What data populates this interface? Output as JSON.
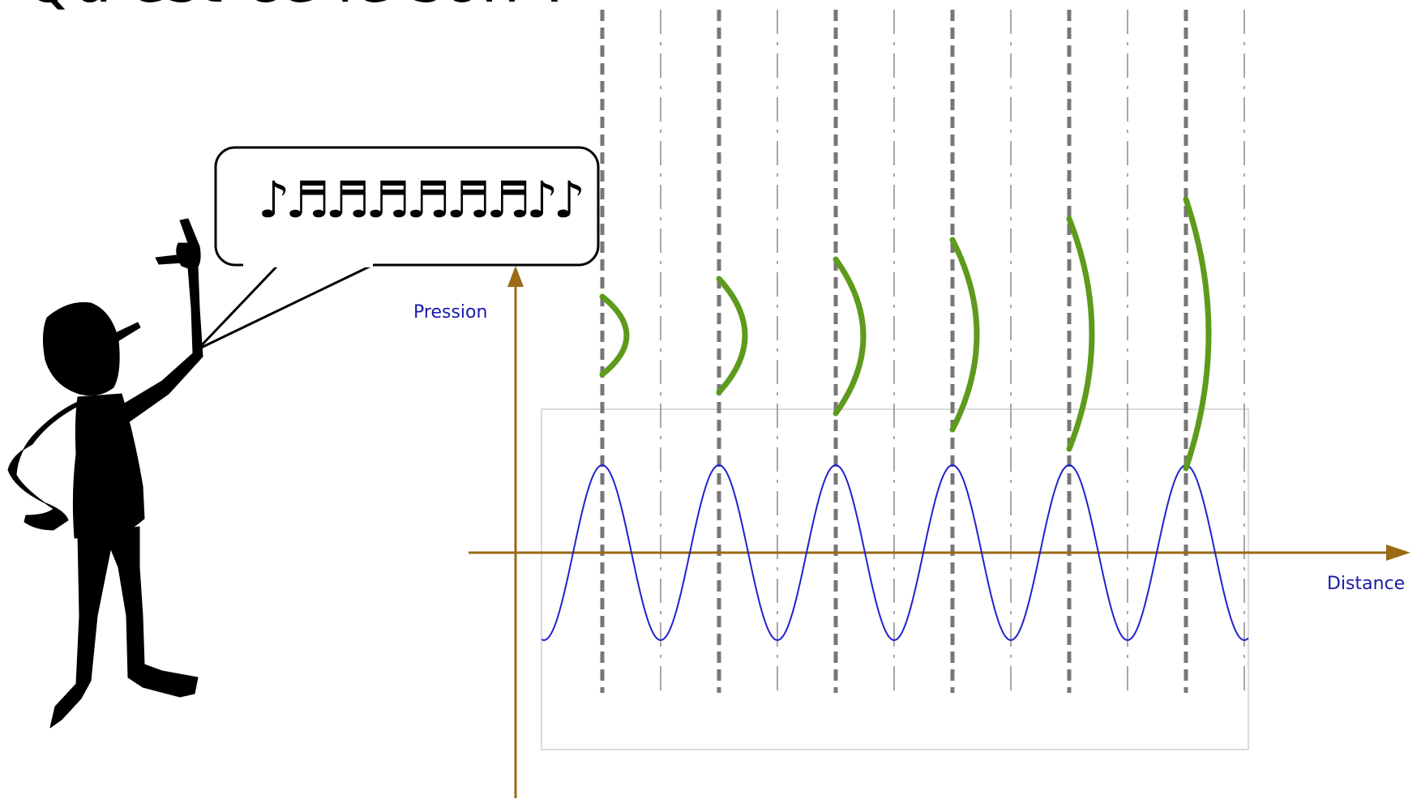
{
  "title": "Qu'est-ce le son ?",
  "speech_bubble": {
    "notes": "♪♬♬♬♬♬♬♪♪"
  },
  "axes": {
    "y_label": "Pression",
    "x_label": "Distance"
  },
  "wavefront_count": 6,
  "wave_crests": 6,
  "colors": {
    "axis": "#9a6a16",
    "wave": "#2222cc",
    "wavefront": "#5e9a1c",
    "guide": "#777777",
    "figure": "#000000"
  },
  "icons": [
    "person-figure-icon",
    "speech-bubble-icon",
    "music-notes-icon",
    "axis-arrow-icon"
  ]
}
